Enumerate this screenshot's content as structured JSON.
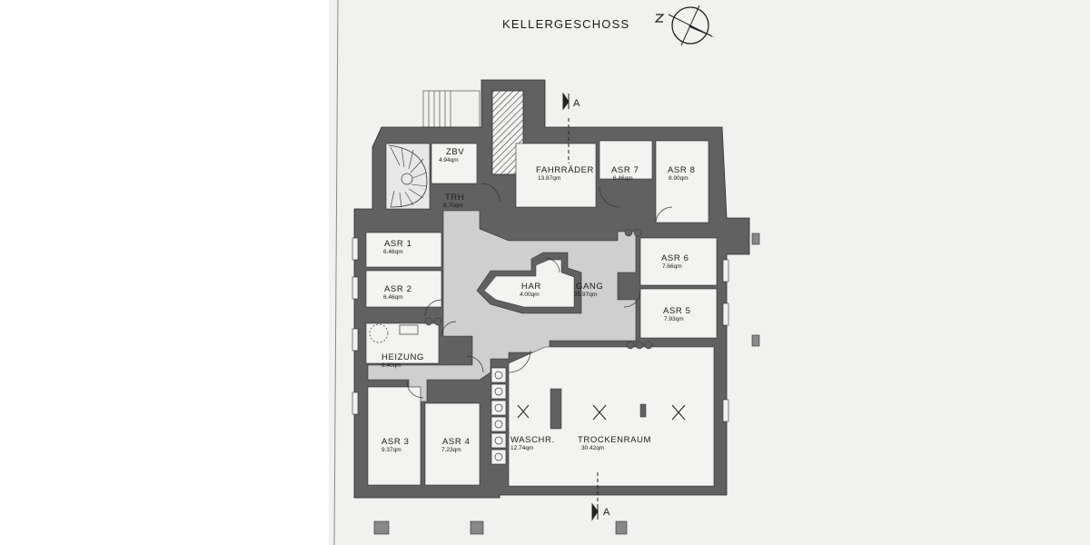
{
  "title": "KELLERGESCHOSS",
  "section_marker": "A",
  "rooms": [
    {
      "id": "zbv",
      "name": "ZBV",
      "area": "4.94qm"
    },
    {
      "id": "trh",
      "name": "TRH",
      "area": "8.70qm"
    },
    {
      "id": "fahrraeder",
      "name": "FAHRRÄDER",
      "area": "13.87qm"
    },
    {
      "id": "asr7",
      "name": "ASR  7",
      "area": "6.46qm"
    },
    {
      "id": "asr8",
      "name": "ASR  8",
      "area": "8.90qm"
    },
    {
      "id": "asr1",
      "name": "ASR  1",
      "area": "6.46qm"
    },
    {
      "id": "asr6",
      "name": "ASR  6",
      "area": "7.66qm"
    },
    {
      "id": "asr2",
      "name": "ASR  2",
      "area": "6.46qm"
    },
    {
      "id": "har",
      "name": "HAR",
      "area": "4.00qm"
    },
    {
      "id": "gang",
      "name": "GANG",
      "area": "35.97qm"
    },
    {
      "id": "asr5",
      "name": "ASR  5",
      "area": "7.93qm"
    },
    {
      "id": "heizung",
      "name": "HEIZUNG",
      "area": "8.40qm"
    },
    {
      "id": "asr3",
      "name": "ASR  3",
      "area": "9.37qm"
    },
    {
      "id": "asr4",
      "name": "ASR  4",
      "area": "7.23qm"
    },
    {
      "id": "waschr",
      "name": "WASCHR.",
      "area": "12.74qm"
    },
    {
      "id": "trockenraum",
      "name": "TROCKENRAUM",
      "area": "30.42qm"
    }
  ],
  "colors": {
    "sheet": "#f1f1ef",
    "wall": "#616161",
    "wall_edge": "#2c2c2c",
    "corridor": "#cfcfcf",
    "room": "#f3f3f1",
    "stair": "#e8e8e8"
  },
  "icons": [
    "north-arrow-icon",
    "section-marker-icon",
    "washing-machine-icon",
    "column-icon"
  ]
}
